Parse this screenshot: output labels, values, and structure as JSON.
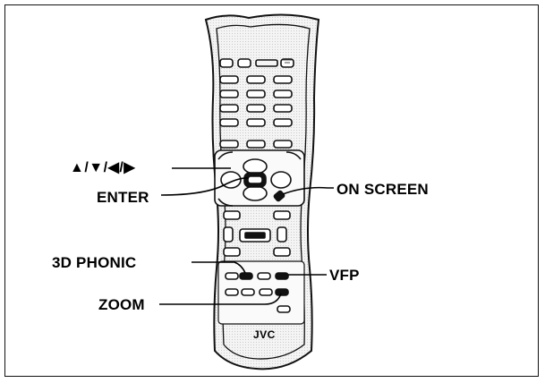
{
  "labels": {
    "arrows": "▲/▼/◀/▶",
    "enter": "ENTER",
    "on_screen": "ON SCREEN",
    "phonic_3d": "3D PHONIC",
    "vfp": "VFP",
    "zoom": "ZOOM"
  },
  "brand": "JVC"
}
